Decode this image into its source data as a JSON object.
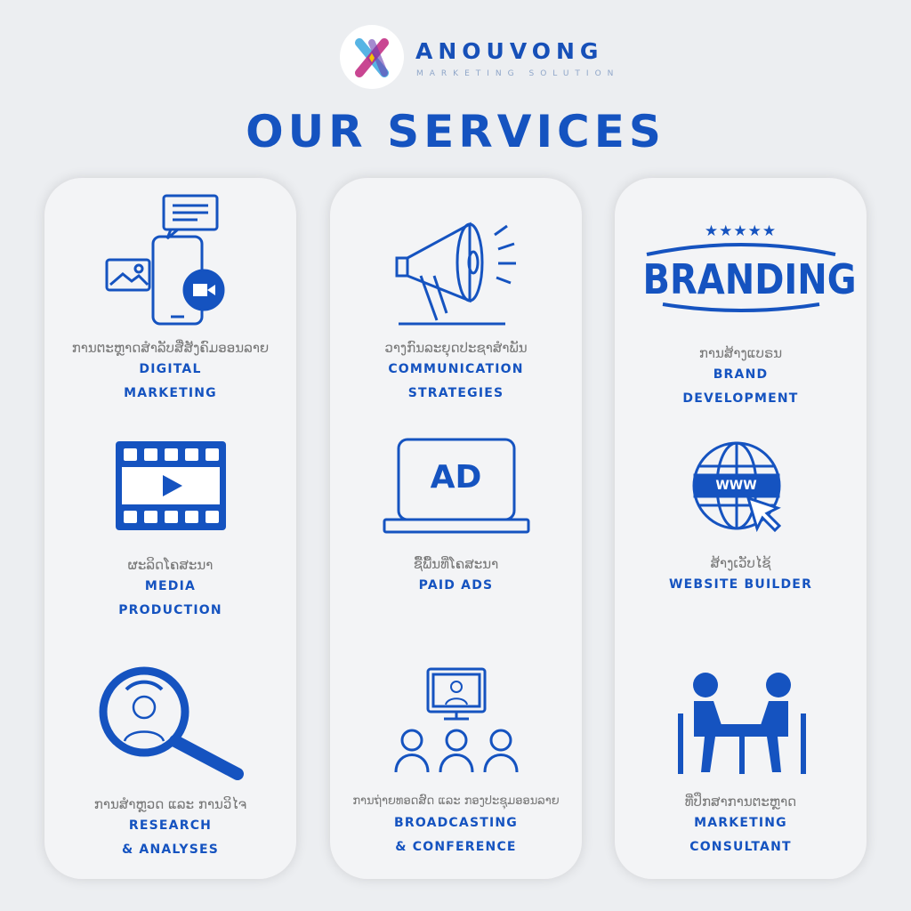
{
  "logo": {
    "name": "ANOUVONG",
    "tagline": "MARKETING SOLUTION"
  },
  "title": "OUR SERVICES",
  "services": [
    {
      "lao": "ການຕະຫຼາດສຳລັບສື່ສັງຄົມອອນລາຍ",
      "en1": "DIGITAL",
      "en2": "MARKETING",
      "icon": "smartphone-chat-icon"
    },
    {
      "lao": "ວາງກົນລະຍຸດປະຊາສຳພັນ",
      "en1": "COMMUNICATION",
      "en2": "STRATEGIES",
      "icon": "megaphone-icon"
    },
    {
      "lao": "ການສ້າງແບຣນ",
      "en1": "BRAND",
      "en2": "DEVELOPMENT",
      "icon": "branding-badge-icon",
      "badge": "BRANDING"
    },
    {
      "lao": "ຜະລິດໂຄສະນາ",
      "en1": "MEDIA",
      "en2": "PRODUCTION",
      "icon": "film-strip-icon"
    },
    {
      "lao": "ຊື້ພື້ນທີ່ໂຄສະນາ",
      "en1": "PAID ADS",
      "en2": "",
      "icon": "laptop-ad-icon",
      "badge": "AD"
    },
    {
      "lao": "ສ້າງເວັບໄຊ້",
      "en1": "WEBSITE BUILDER",
      "en2": "",
      "icon": "globe-www-icon",
      "badge": "WWW"
    },
    {
      "lao": "ການສຳຫຼວດ ແລະ ການວິໄຈ",
      "en1": "RESEARCH",
      "en2": "& ANALYSES",
      "icon": "magnifier-person-icon"
    },
    {
      "lao": "ການຖ່າຍທອດສົດ ແລະ ກອງປະຊຸມອອນລາຍ",
      "en1": "BROADCASTING",
      "en2": "& CONFERENCE",
      "icon": "conference-icon"
    },
    {
      "lao": "ທີ່ປຶກສາການຕະຫຼາດ",
      "en1": "MARKETING",
      "en2": "CONSULTANT",
      "icon": "meeting-icon"
    }
  ],
  "colors": {
    "accent": "#1553c0",
    "bg": "#eceef1"
  }
}
